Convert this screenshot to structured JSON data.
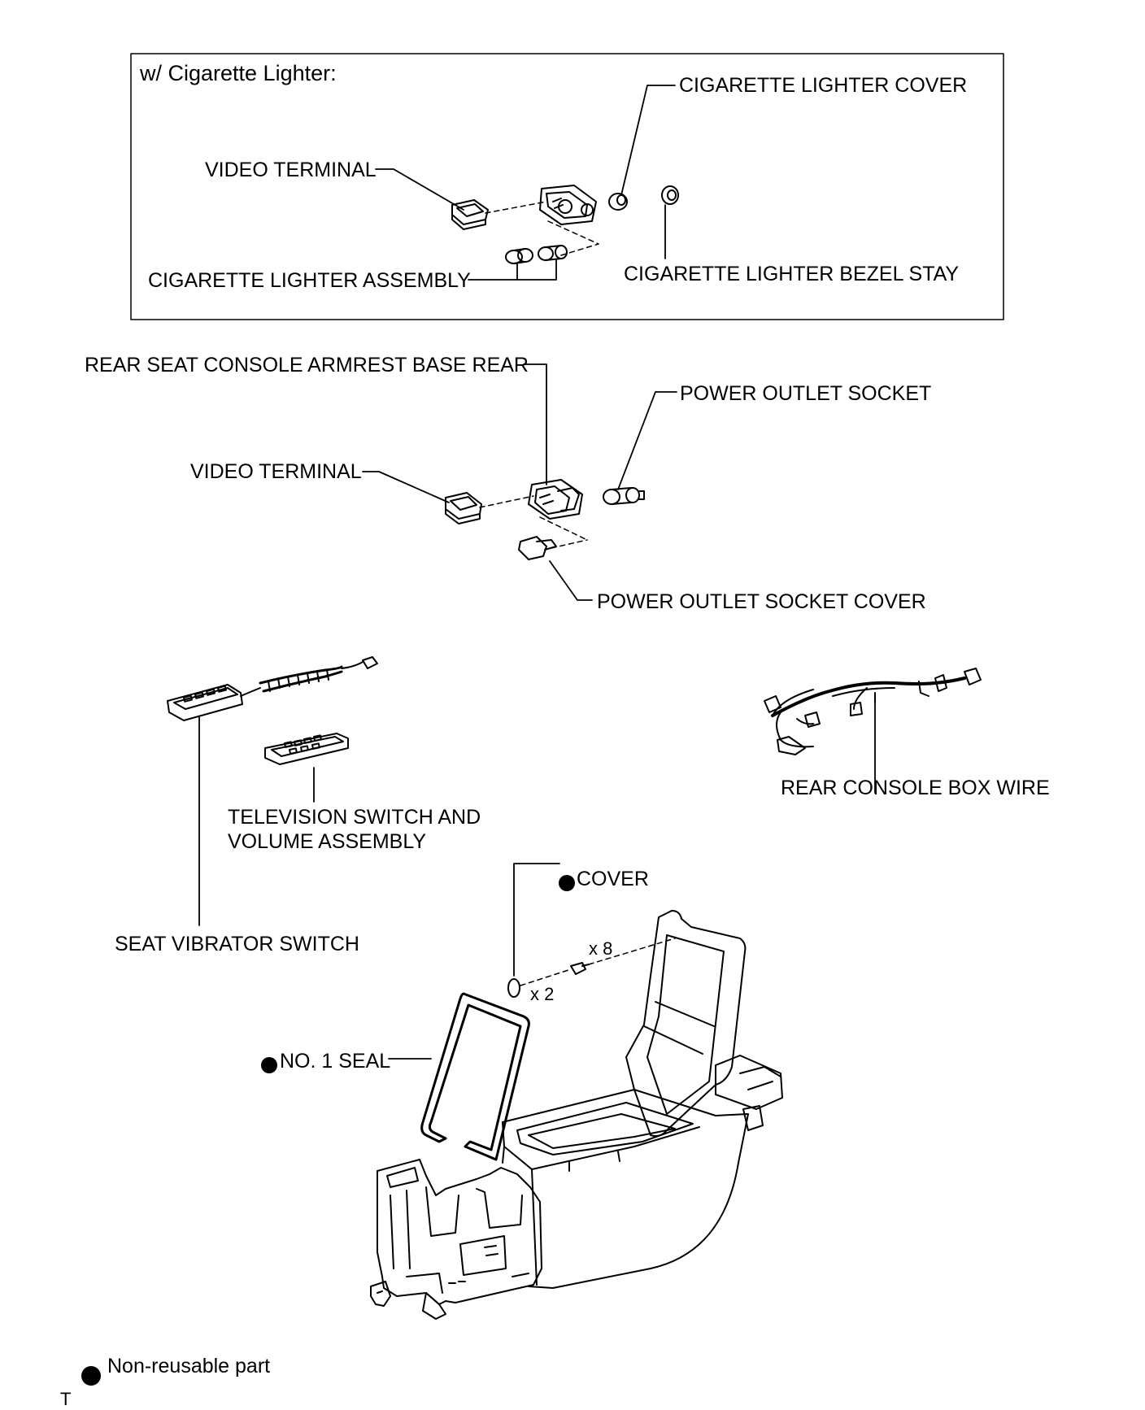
{
  "inset": {
    "title": "w/ Cigarette Lighter:",
    "labels": {
      "video_terminal": "VIDEO TERMINAL",
      "lighter_cover": "CIGARETTE LIGHTER COVER",
      "lighter_assembly": "CIGARETTE LIGHTER ASSEMBLY",
      "bezel_stay": "CIGARETTE LIGHTER BEZEL STAY"
    }
  },
  "main": {
    "labels": {
      "armrest_base_rear": "REAR SEAT CONSOLE ARMREST BASE REAR",
      "power_outlet_socket": "POWER OUTLET SOCKET",
      "video_terminal": "VIDEO TERMINAL",
      "power_outlet_cover": "POWER OUTLET SOCKET COVER",
      "tv_switch_line1": "TELEVISION SWITCH AND",
      "tv_switch_line2": "VOLUME ASSEMBLY",
      "seat_vibrator_switch": "SEAT VIBRATOR SWITCH",
      "rear_console_box_wire": "REAR CONSOLE BOX WIRE",
      "cover": "COVER",
      "no1_seal": "NO. 1 SEAL",
      "qty_x8": "x 8",
      "qty_x2": "x 2"
    }
  },
  "legend": {
    "non_reusable": "Non-reusable part",
    "corner_mark": "T"
  }
}
